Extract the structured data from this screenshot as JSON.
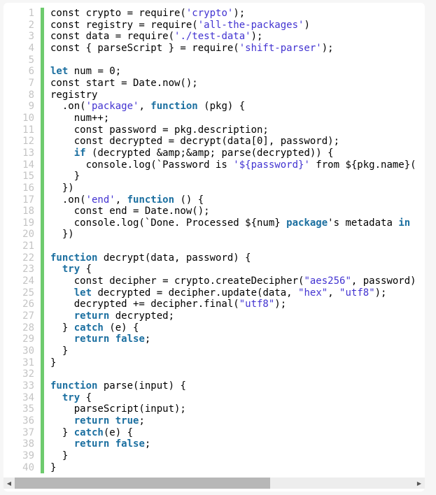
{
  "editor": {
    "colors": {
      "page_background": "#f6f6f6",
      "panel_background": "#ffffff",
      "keyword": "#1b6fa0",
      "string": "#4233d1",
      "plain": "#000000",
      "line_number": "#c4c4c4",
      "gutter_bar": "#6ecb6e",
      "scrollbar_track": "#ededed",
      "scrollbar_thumb": "#b7b7b7"
    },
    "lines": [
      {
        "number": 1,
        "tokens": [
          [
            "p",
            "const crypto = require("
          ],
          [
            "s",
            "'crypto'"
          ],
          [
            "p",
            ");"
          ]
        ]
      },
      {
        "number": 2,
        "tokens": [
          [
            "p",
            "const registry = require("
          ],
          [
            "s",
            "'all-the-packages'"
          ],
          [
            "p",
            ")"
          ]
        ]
      },
      {
        "number": 3,
        "tokens": [
          [
            "p",
            "const data = require("
          ],
          [
            "s",
            "'./test-data'"
          ],
          [
            "p",
            ");"
          ]
        ]
      },
      {
        "number": 4,
        "tokens": [
          [
            "p",
            "const { parseScript } = require("
          ],
          [
            "s",
            "'shift-parser'"
          ],
          [
            "p",
            ");"
          ]
        ]
      },
      {
        "number": 5,
        "tokens": []
      },
      {
        "number": 6,
        "tokens": [
          [
            "k",
            "let"
          ],
          [
            "p",
            " num = 0;"
          ]
        ]
      },
      {
        "number": 7,
        "tokens": [
          [
            "p",
            "const start = Date.now();"
          ]
        ]
      },
      {
        "number": 8,
        "tokens": [
          [
            "p",
            "registry"
          ]
        ]
      },
      {
        "number": 9,
        "tokens": [
          [
            "p",
            "  .on("
          ],
          [
            "s",
            "'package'"
          ],
          [
            "p",
            ", "
          ],
          [
            "k",
            "function"
          ],
          [
            "p",
            " (pkg) {"
          ]
        ]
      },
      {
        "number": 10,
        "tokens": [
          [
            "p",
            "    num++;"
          ]
        ]
      },
      {
        "number": 11,
        "tokens": [
          [
            "p",
            "    const password = pkg.description;"
          ]
        ]
      },
      {
        "number": 12,
        "tokens": [
          [
            "p",
            "    const decrypted = decrypt(data[0], password);"
          ]
        ]
      },
      {
        "number": 13,
        "tokens": [
          [
            "p",
            "    "
          ],
          [
            "k",
            "if"
          ],
          [
            "p",
            " (decrypted &amp;&amp; parse(decrypted)) {"
          ]
        ]
      },
      {
        "number": 14,
        "tokens": [
          [
            "p",
            "      console.log(`Password is "
          ],
          [
            "s",
            "'${password}'"
          ],
          [
            "p",
            " from ${pkg.name}("
          ]
        ]
      },
      {
        "number": 15,
        "tokens": [
          [
            "p",
            "    }"
          ]
        ]
      },
      {
        "number": 16,
        "tokens": [
          [
            "p",
            "  })"
          ]
        ]
      },
      {
        "number": 17,
        "tokens": [
          [
            "p",
            "  .on("
          ],
          [
            "s",
            "'end'"
          ],
          [
            "p",
            ", "
          ],
          [
            "k",
            "function"
          ],
          [
            "p",
            " () {"
          ]
        ]
      },
      {
        "number": 18,
        "tokens": [
          [
            "p",
            "    const end = Date.now();"
          ]
        ]
      },
      {
        "number": 19,
        "tokens": [
          [
            "p",
            "    console.log(`Done. Processed ${num} "
          ],
          [
            "k",
            "package"
          ],
          [
            "p",
            "'s metadata "
          ],
          [
            "k",
            "in"
          ]
        ]
      },
      {
        "number": 20,
        "tokens": [
          [
            "p",
            "  })"
          ]
        ]
      },
      {
        "number": 21,
        "tokens": []
      },
      {
        "number": 22,
        "tokens": [
          [
            "k",
            "function"
          ],
          [
            "p",
            " decrypt(data, password) {"
          ]
        ]
      },
      {
        "number": 23,
        "tokens": [
          [
            "p",
            "  "
          ],
          [
            "k",
            "try"
          ],
          [
            "p",
            " {"
          ]
        ]
      },
      {
        "number": 24,
        "tokens": [
          [
            "p",
            "    const decipher = crypto.createDecipher("
          ],
          [
            "s",
            "\"aes256\""
          ],
          [
            "p",
            ", password)"
          ]
        ]
      },
      {
        "number": 25,
        "tokens": [
          [
            "p",
            "    "
          ],
          [
            "k",
            "let"
          ],
          [
            "p",
            " decrypted = decipher.update(data, "
          ],
          [
            "s",
            "\"hex\""
          ],
          [
            "p",
            ", "
          ],
          [
            "s",
            "\"utf8\""
          ],
          [
            "p",
            ");"
          ]
        ]
      },
      {
        "number": 26,
        "tokens": [
          [
            "p",
            "    decrypted += decipher.final("
          ],
          [
            "s",
            "\"utf8\""
          ],
          [
            "p",
            ");"
          ]
        ]
      },
      {
        "number": 27,
        "tokens": [
          [
            "p",
            "    "
          ],
          [
            "k",
            "return"
          ],
          [
            "p",
            " decrypted;"
          ]
        ]
      },
      {
        "number": 28,
        "tokens": [
          [
            "p",
            "  } "
          ],
          [
            "k",
            "catch"
          ],
          [
            "p",
            " (e) {"
          ]
        ]
      },
      {
        "number": 29,
        "tokens": [
          [
            "p",
            "    "
          ],
          [
            "k",
            "return"
          ],
          [
            "p",
            " "
          ],
          [
            "k",
            "false"
          ],
          [
            "p",
            ";"
          ]
        ]
      },
      {
        "number": 30,
        "tokens": [
          [
            "p",
            "  }"
          ]
        ]
      },
      {
        "number": 31,
        "tokens": [
          [
            "p",
            "}"
          ]
        ]
      },
      {
        "number": 32,
        "tokens": []
      },
      {
        "number": 33,
        "tokens": [
          [
            "k",
            "function"
          ],
          [
            "p",
            " parse(input) {"
          ]
        ]
      },
      {
        "number": 34,
        "tokens": [
          [
            "p",
            "  "
          ],
          [
            "k",
            "try"
          ],
          [
            "p",
            " {"
          ]
        ]
      },
      {
        "number": 35,
        "tokens": [
          [
            "p",
            "    parseScript(input);"
          ]
        ]
      },
      {
        "number": 36,
        "tokens": [
          [
            "p",
            "    "
          ],
          [
            "k",
            "return"
          ],
          [
            "p",
            " "
          ],
          [
            "k",
            "true"
          ],
          [
            "p",
            ";"
          ]
        ]
      },
      {
        "number": 37,
        "tokens": [
          [
            "p",
            "  } "
          ],
          [
            "k",
            "catch"
          ],
          [
            "p",
            "(e) {"
          ]
        ]
      },
      {
        "number": 38,
        "tokens": [
          [
            "p",
            "    "
          ],
          [
            "k",
            "return"
          ],
          [
            "p",
            " "
          ],
          [
            "k",
            "false"
          ],
          [
            "p",
            ";"
          ]
        ]
      },
      {
        "number": 39,
        "tokens": [
          [
            "p",
            "  }"
          ]
        ]
      },
      {
        "number": 40,
        "tokens": [
          [
            "p",
            "}"
          ]
        ]
      }
    ]
  },
  "scrollbar": {
    "left_arrow": "◀",
    "right_arrow": "▶",
    "thumb_left_percent": 0,
    "thumb_width_percent": 64
  }
}
